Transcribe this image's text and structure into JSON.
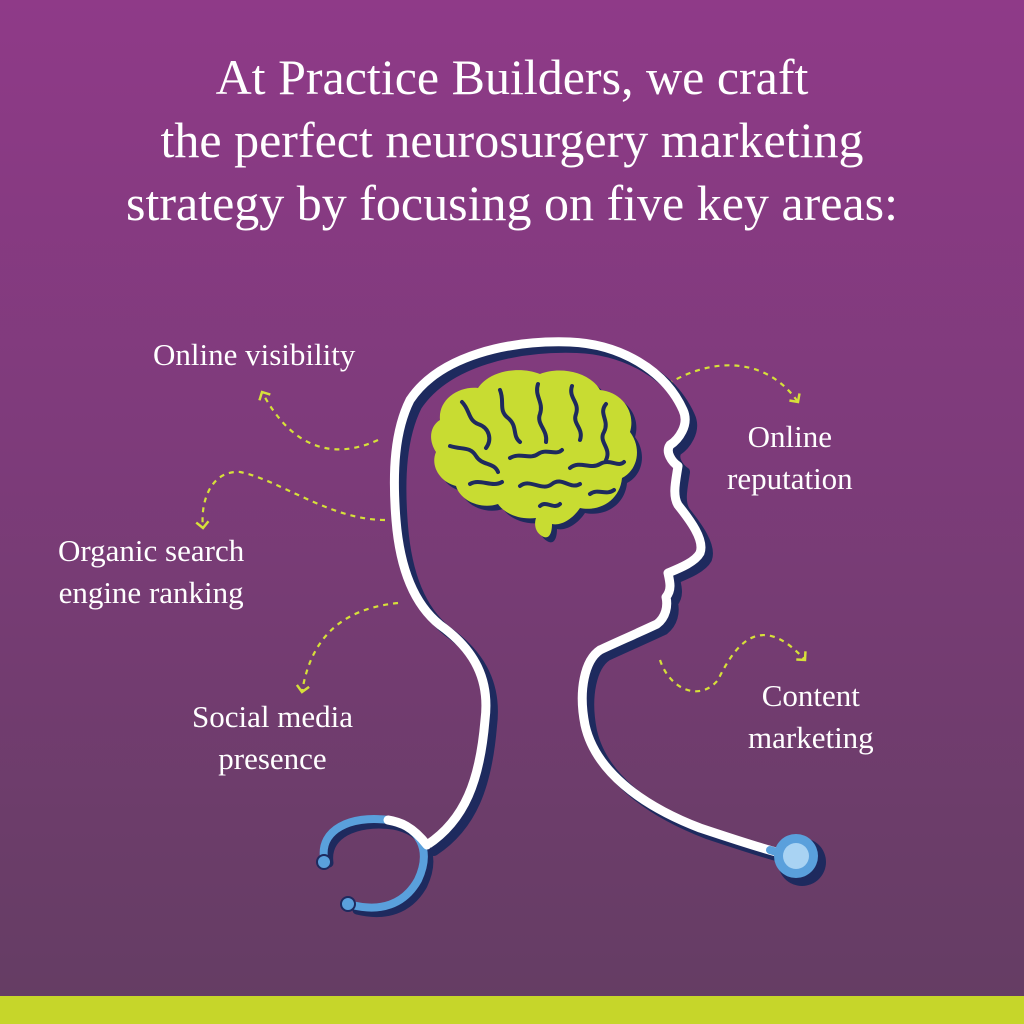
{
  "headline": {
    "lines": [
      "At Practice Builders, we craft",
      "the perfect neurosurgery marketing",
      "strategy by focusing on five key areas:"
    ]
  },
  "areas": {
    "online_visibility": [
      "Online visibility"
    ],
    "organic_search": [
      "Organic search",
      "engine ranking"
    ],
    "social_media": [
      "Social media",
      "presence"
    ],
    "online_reputation": [
      "Online",
      "reputation"
    ],
    "content_marketing": [
      "Content",
      "marketing"
    ]
  },
  "colors": {
    "background_top": "#8f3a88",
    "background_bottom": "#643d63",
    "accent_green": "#c6d62a",
    "brain_green": "#c8dc32",
    "outline_white": "#ffffff",
    "shadow_navy": "#1e2a5e",
    "stethoscope_blue": "#5aa0dc"
  },
  "icons": [
    "head-outline-icon",
    "brain-icon",
    "stethoscope-icon",
    "dashed-arrow-icon"
  ]
}
